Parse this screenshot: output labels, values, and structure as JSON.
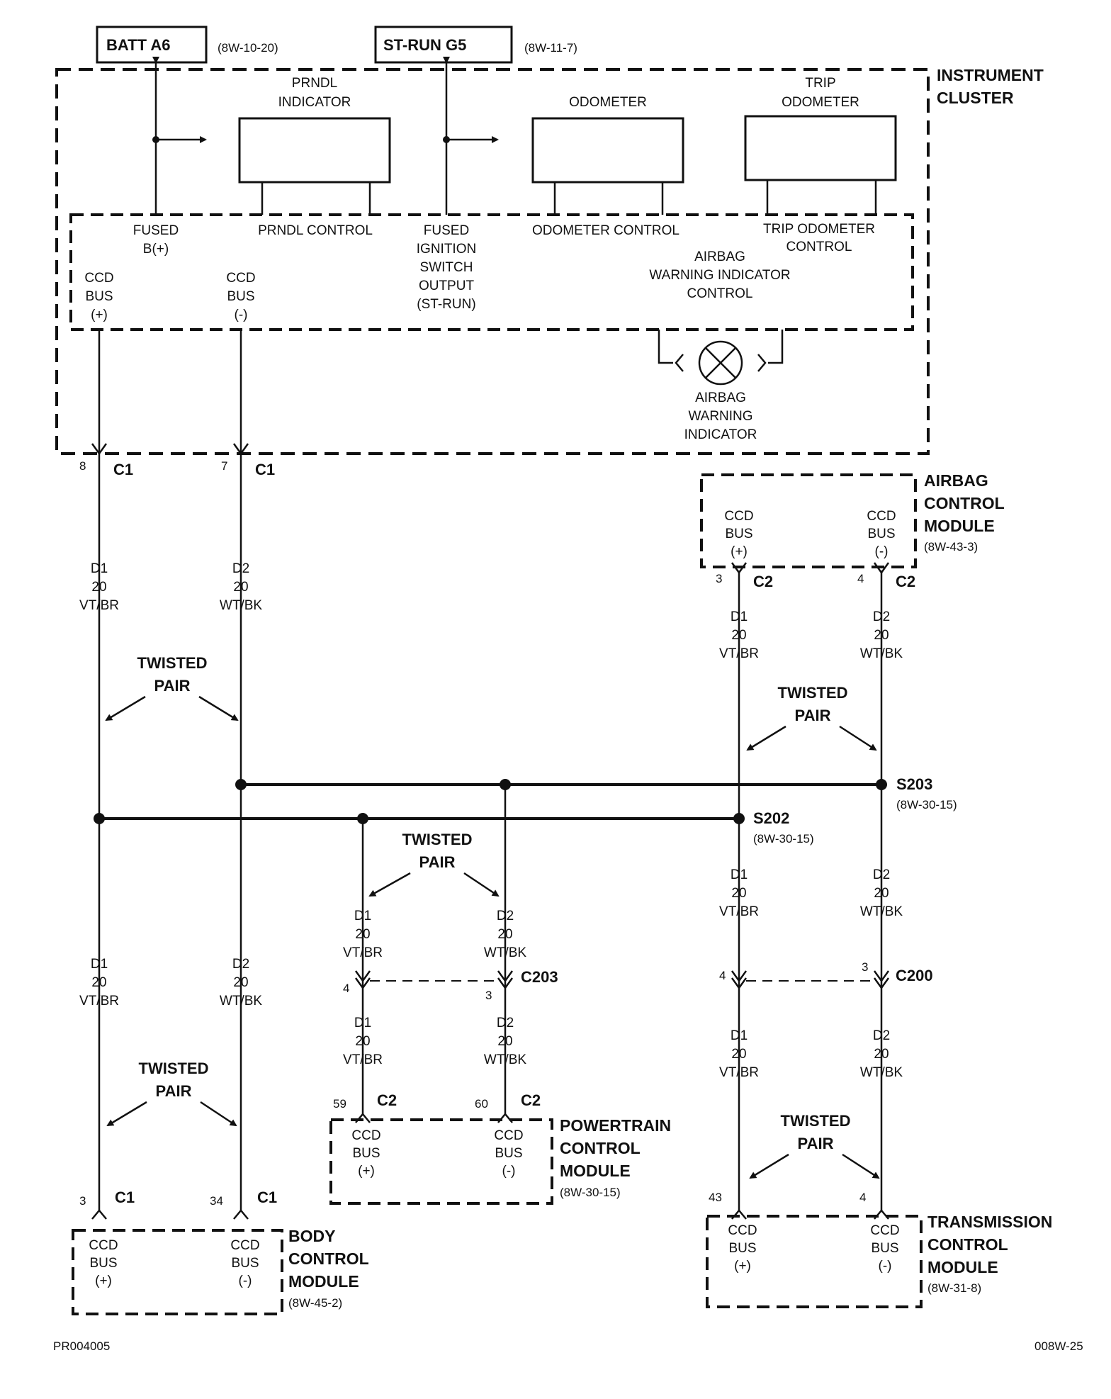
{
  "sources": {
    "batt": {
      "label": "BATT A6",
      "ref": "(8W-10-20)"
    },
    "strun": {
      "label": "ST-RUN G5",
      "ref": "(8W-11-7)"
    }
  },
  "instrument_cluster": {
    "title_line1": "INSTRUMENT",
    "title_line2": "CLUSTER",
    "prndl": {
      "line1": "PRNDL",
      "line2": "INDICATOR"
    },
    "odometer": "ODOMETER",
    "trip": {
      "line1": "TRIP",
      "line2": "ODOMETER"
    },
    "fused_b": {
      "line1": "FUSED",
      "line2": "B(+)"
    },
    "prndl_control": "PRNDL CONTROL",
    "fused_ign": [
      "FUSED",
      "IGNITION",
      "SWITCH",
      "OUTPUT",
      "(ST-RUN)"
    ],
    "odometer_control": "ODOMETER CONTROL",
    "trip_control": {
      "line1": "TRIP ODOMETER",
      "line2": "CONTROL"
    },
    "airbag_ctrl": [
      "AIRBAG",
      "WARNING INDICATOR",
      "CONTROL"
    ],
    "ccd_pos": [
      "CCD",
      "BUS",
      "(+)"
    ],
    "ccd_neg": [
      "CCD",
      "BUS",
      "(-)"
    ],
    "airbag_indicator": [
      "AIRBAG",
      "WARNING",
      "INDICATOR"
    ]
  },
  "connectors": {
    "c1_top_left": {
      "pin": "8",
      "name": "C1"
    },
    "c1_top_right": {
      "pin": "7",
      "name": "C1"
    },
    "acm_left": {
      "pin": "3",
      "name": "C2"
    },
    "acm_right": {
      "pin": "4",
      "name": "C2"
    },
    "c203_left": {
      "pin": "4",
      "name": ""
    },
    "c203_right": {
      "pin": "3",
      "name": "C203"
    },
    "c200_left": {
      "pin": "4",
      "name": ""
    },
    "c200_right": {
      "pin": "3",
      "name": "C200"
    },
    "pcm_left": {
      "pin": "59",
      "name": "C2"
    },
    "pcm_right": {
      "pin": "60",
      "name": "C2"
    },
    "bcm_left": {
      "pin": "3",
      "name": "C1"
    },
    "bcm_right": {
      "pin": "34",
      "name": "C1"
    },
    "tcm_left": {
      "pin": "43",
      "name": ""
    },
    "tcm_right": {
      "pin": "4",
      "name": ""
    }
  },
  "wires": {
    "d1": [
      "D1",
      "20",
      "VT/BR"
    ],
    "d2": [
      "D2",
      "20",
      "WT/BK"
    ]
  },
  "twisted_pair": {
    "line1": "TWISTED",
    "line2": "PAIR"
  },
  "splices": {
    "s202": {
      "name": "S202",
      "ref": "(8W-30-15)"
    },
    "s203": {
      "name": "S203",
      "ref": "(8W-30-15)"
    }
  },
  "modules": {
    "acm": {
      "lines": [
        "AIRBAG",
        "CONTROL",
        "MODULE"
      ],
      "ref": "(8W-43-3)"
    },
    "pcm": {
      "lines": [
        "POWERTRAIN",
        "CONTROL",
        "MODULE"
      ],
      "ref": "(8W-30-15)"
    },
    "bcm": {
      "lines": [
        "BODY",
        "CONTROL",
        "MODULE"
      ],
      "ref": "(8W-45-2)"
    },
    "tcm": {
      "lines": [
        "TRANSMISSION",
        "CONTROL",
        "MODULE"
      ],
      "ref": "(8W-31-8)"
    }
  },
  "footer": {
    "left": "PR004005",
    "right": "008W-25"
  }
}
